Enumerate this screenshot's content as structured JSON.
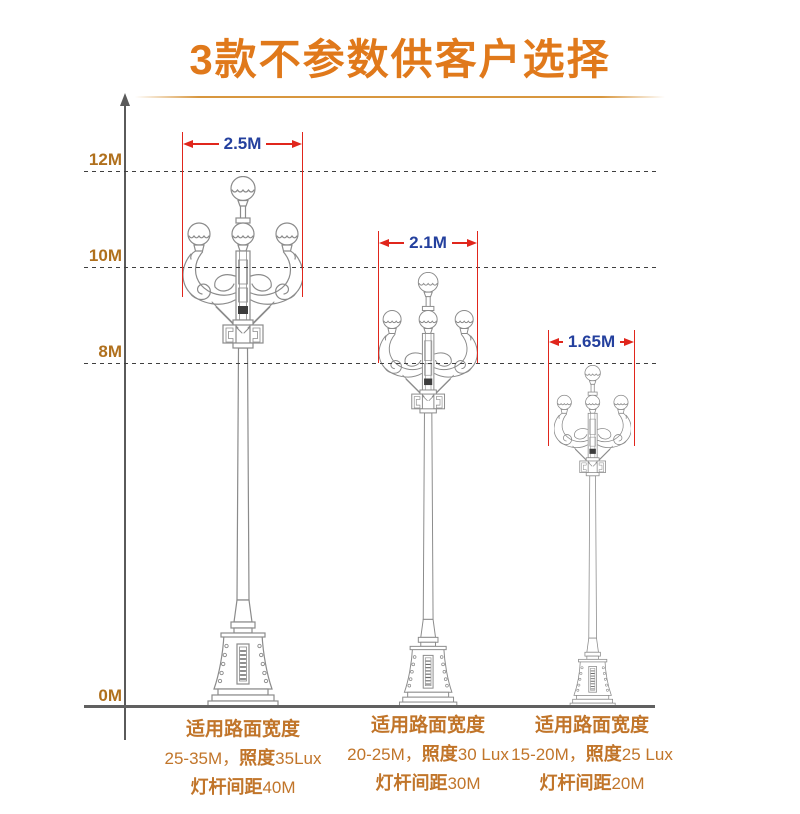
{
  "title": "3款不参数供客户选择",
  "colors": {
    "title_orange": "#e0791b",
    "axis_label_brown": "#b0701d",
    "spec_text_orange": "#c1752a",
    "dimension_blue": "#24409e",
    "dimension_red": "#e0261c"
  },
  "axis": {
    "labels": [
      "12M",
      "10M",
      "8M",
      "0M"
    ]
  },
  "lamps": [
    {
      "dimension": "2.5M",
      "spec": {
        "line1": "适用路面宽度",
        "road_range": "25-35M，",
        "illuminance_label": "照度",
        "illuminance_value": "35Lux",
        "spacing_label": "灯杆间距",
        "spacing_value": "40M"
      }
    },
    {
      "dimension": "2.1M",
      "spec": {
        "line1": "适用路面宽度",
        "road_range": "20-25M，",
        "illuminance_label": "照度",
        "illuminance_value": "30 Lux",
        "spacing_label": "灯杆间距",
        "spacing_value": "30M"
      }
    },
    {
      "dimension": "1.65M",
      "spec": {
        "line1": "适用路面宽度",
        "road_range": "15-20M，",
        "illuminance_label": "照度",
        "illuminance_value": "25 Lux",
        "spacing_label": "灯杆间距",
        "spacing_value": "20M"
      }
    }
  ]
}
